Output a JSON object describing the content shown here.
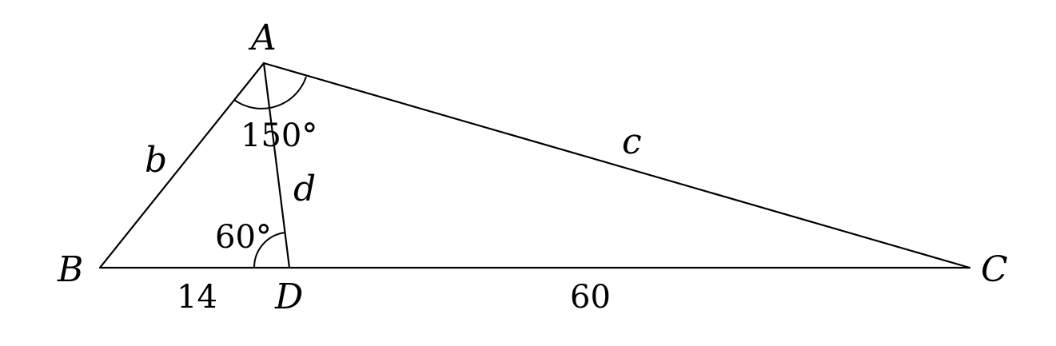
{
  "diagram": {
    "vertices": {
      "A": "A",
      "B": "B",
      "C": "C",
      "D": "D"
    },
    "sides": {
      "AB": "b",
      "AC": "c",
      "AD": "d",
      "BD": "14",
      "DC": "60"
    },
    "angles": {
      "BAC": "150°",
      "ADB": "60°"
    },
    "colors": {
      "stroke": "#000000",
      "background": "#ffffff"
    }
  }
}
